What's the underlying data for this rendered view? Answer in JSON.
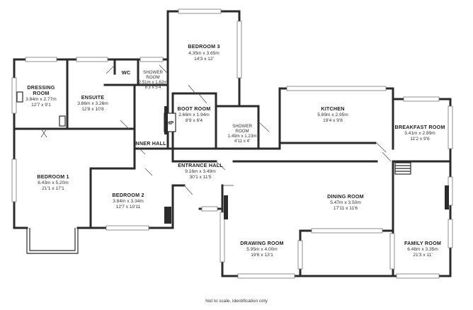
{
  "plan": {
    "rooms": {
      "bedroom3": {
        "name": "BEDROOM 3",
        "metric": "4.35m x 3.65m",
        "imperial": "14'3 x 12'"
      },
      "dressing": {
        "name": "DRESSING",
        "name2": "ROOM",
        "metric": "3.84m x 2.77m",
        "imperial": "12'7 x 9'1"
      },
      "ensuite": {
        "name": "ENSUITE",
        "metric": "3.86m x 3.26m",
        "imperial": "12'8 x 10'8"
      },
      "wc": {
        "name": "WC"
      },
      "shower1": {
        "name": "SHOWER",
        "name2": "ROOM",
        "metric": "2.51m x 1.62m",
        "imperial": "8'3 x 5'4"
      },
      "boot": {
        "name": "BOOT ROOM",
        "metric": "2.66m x 1.94m",
        "imperial": "8'9 x 6'4"
      },
      "hp": {
        "name": "HP"
      },
      "shower2": {
        "name": "SHOWER",
        "name2": "ROOM",
        "metric": "1.49m x 1.23m",
        "imperial": "4'11 x 4'"
      },
      "kitchen": {
        "name": "KITCHEN",
        "metric": "5.89m x 2.95m",
        "imperial": "19'4 x 9'8"
      },
      "breakfast": {
        "name": "BREAKFAST ROOM",
        "metric": "3.41m x 2.89m",
        "imperial": "11'2 x 9'6"
      },
      "inner_hall": {
        "name": "INNER HALL"
      },
      "entrance": {
        "name": "ENTRANCE HALL",
        "metric": "9.16m x 3.49m",
        "imperial": "30'1 x 11'5"
      },
      "bedroom1": {
        "name": "BEDROOM 1",
        "metric": "6.43m x 5.20m",
        "imperial": "21'1 x 17'1"
      },
      "bedroom2": {
        "name": "BEDROOM 2",
        "metric": "3.84m x 3.34m",
        "imperial": "12'7 x 10'11"
      },
      "dining": {
        "name": "DINING ROOM",
        "metric": "5.47m x 3.50m",
        "imperial": "17'11 x 11'6"
      },
      "drawing": {
        "name": "DRAWING ROOM",
        "metric": "5.95m x 4.00m",
        "imperial": "19'6 x 13'1"
      },
      "family": {
        "name": "FAMILY ROOM",
        "metric": "6.48m x 3.35m",
        "imperial": "21'3 x 11'"
      }
    },
    "footer": "Not to scale, identification only"
  }
}
